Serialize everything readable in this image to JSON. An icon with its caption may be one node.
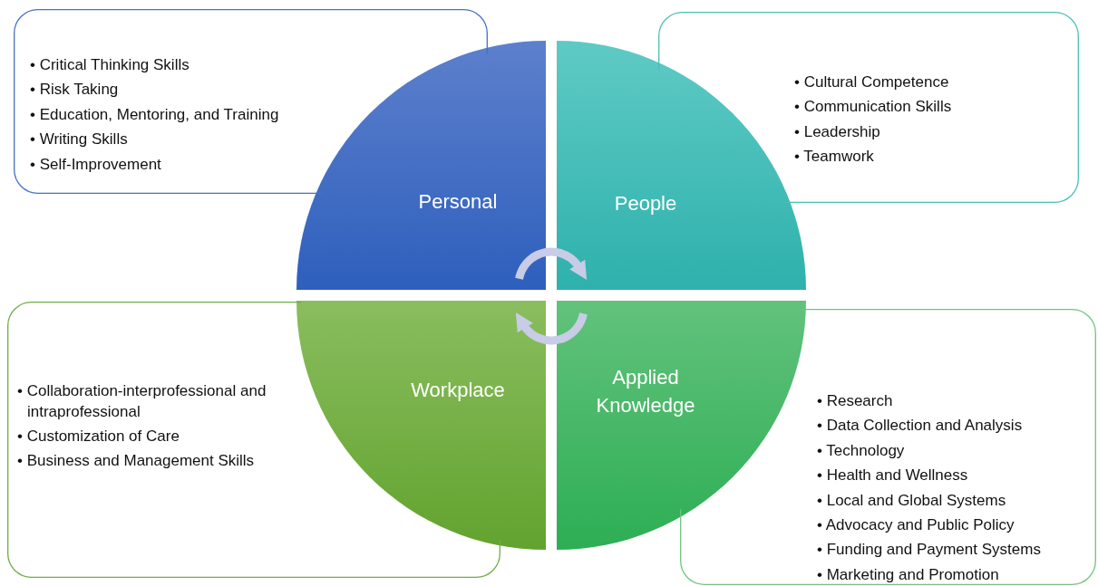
{
  "diagram": {
    "nodes": [
      {
        "text": [
          "• Critical Thinking Skills",
          "• Risk Taking",
          "• Education, Mentoring, and Training",
          "• Writing Skills",
          "• Self-Improvement"
        ]
      },
      {
        "text": [
          "• Cultural Competence",
          "• Communication Skills",
          "• Leadership",
          "• Teamwork"
        ]
      },
      {
        "text": [
          "Personal"
        ]
      },
      {
        "text": [
          "People"
        ]
      },
      {
        "text": [
          "• Collaboration-interprofessional and intraprofessional",
          "• Customization of Care",
          "• Business and Management Skills"
        ]
      },
      {
        "text": [
          "Workplace"
        ]
      },
      {
        "text": [
          "Applied Knowledge"
        ]
      },
      {
        "text": [
          "• Research",
          "• Data Collection and Analysis",
          "• Technology",
          "• Health and Wellness",
          "• Local and Global Systems",
          "• Advocacy and Public Policy",
          "• Funding and Payment Systems",
          "• Marketing and Promotion"
        ]
      }
    ],
    "edges": [
      {
        "from": 2,
        "to": 3,
        "arrow": "to"
      },
      {
        "from": 6,
        "to": 5,
        "arrow": "to"
      }
    ]
  }
}
